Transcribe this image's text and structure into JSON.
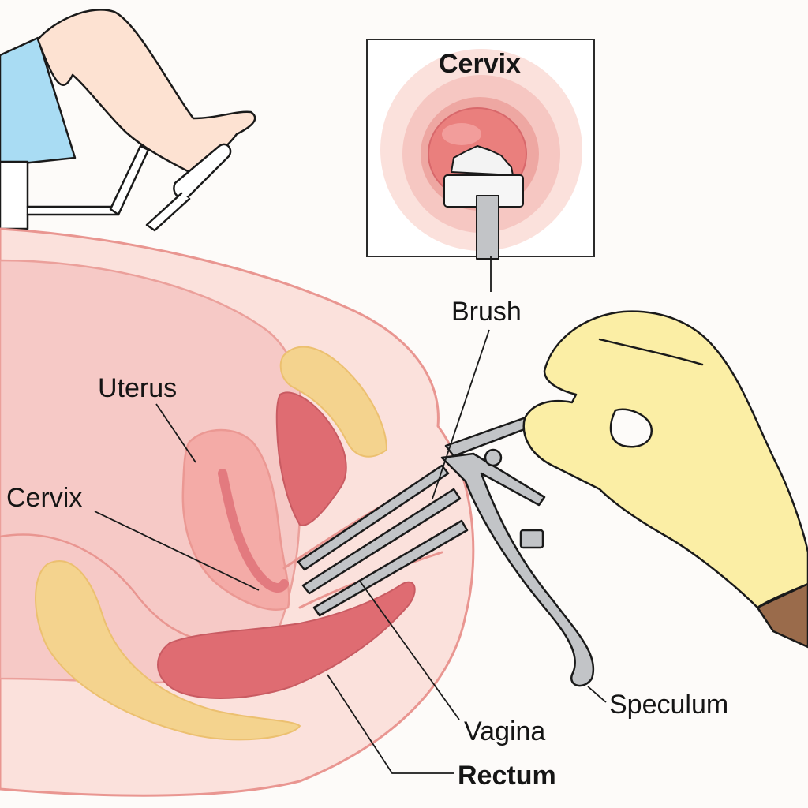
{
  "labels": {
    "inset_cervix": "Cervix",
    "brush": "Brush",
    "uterus": "Uterus",
    "cervix": "Cervix",
    "speculum": "Speculum",
    "vagina": "Vagina",
    "rectum": "Rectum"
  },
  "colors": {
    "background": "#fdfbf9",
    "outline": "#1a1a1a",
    "tissue_light": "#fbe1dc",
    "tissue_pink": "#f5c3c0",
    "tissue_mid": "#f2a6a2",
    "tissue_dark": "#df6c72",
    "fat_yellow": "#f4d38e",
    "metal": "#c2c4c7",
    "glove": "#fbeea5",
    "skin": "#fde2d2",
    "drape": "#a9dcf3",
    "arm": "#9a6b4b"
  }
}
